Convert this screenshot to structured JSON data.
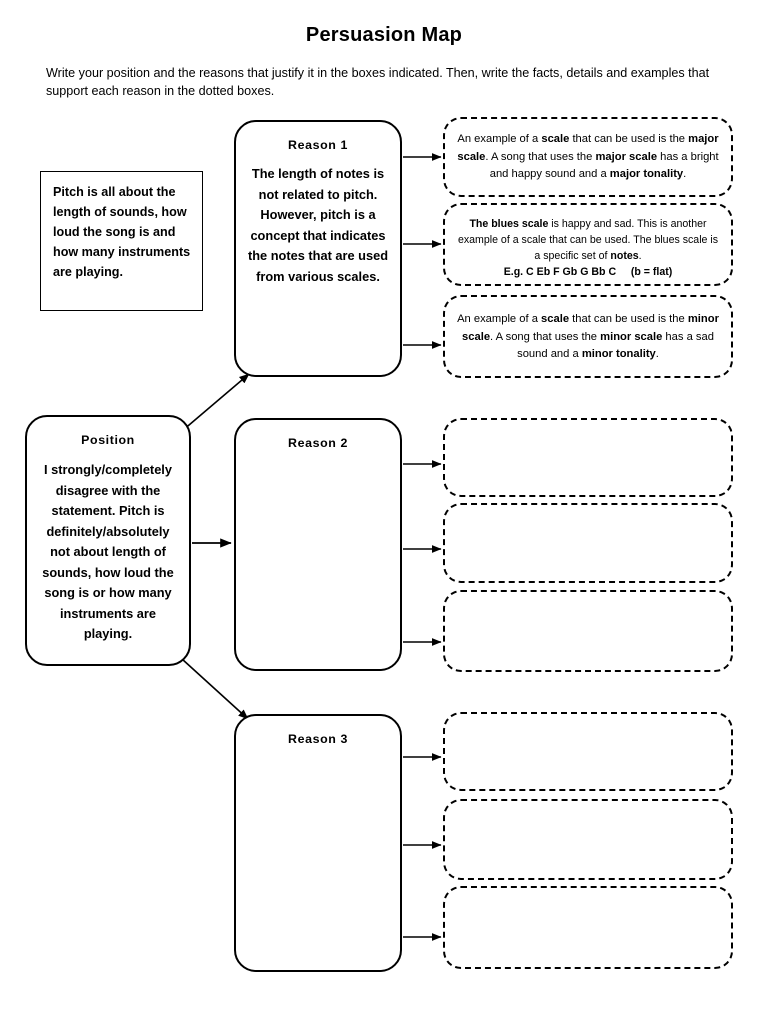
{
  "header": {
    "title": "Persuasion Map",
    "instructions": "Write your position and the reasons that justify it in the boxes indicated. Then, write the facts, details and examples that support each reason in the dotted boxes."
  },
  "statement": {
    "name": "statement-box",
    "text": "Pitch is all about the length of sounds, how loud the song is and how many instruments are playing."
  },
  "position": {
    "title": "Position",
    "text": "I strongly/completely disagree with the statement. Pitch is definitely/absolutely not about length of sounds, how loud the song is or how many instruments are playing."
  },
  "reasons": [
    {
      "title": "Reason 1",
      "text": "The length of notes is not related to pitch. However, pitch is a concept that indicates the notes that are used from various scales."
    },
    {
      "title": "Reason 2",
      "text": ""
    },
    {
      "title": "Reason 3",
      "text": ""
    }
  ],
  "evidence": {
    "row1": [
      {
        "html": "An example of a <b>scale</b> that can be used is the <b>major scale</b>. A song that uses the <b>major scale</b> has a bright and happy sound and a <b>major tonality</b>.",
        "plain": "An example of a scale that can be used is the major scale. A song that uses the major scale has a bright and happy sound and a major tonality."
      },
      {
        "html": "<b>The blues scale</b> is happy and sad. This is another example of a scale that can be used. The blues scale is a specific set of <b>notes</b>.<br><b>E.g. C Eb F Gb G Bb C&nbsp;&nbsp;&nbsp;&nbsp;&nbsp;(b = flat)</b>",
        "plain": "The blues scale is happy and sad. This is another example of a scale that can be used. The blues scale is a specific set of notes. E.g. C Eb F Gb G Bb C (b = flat)"
      },
      {
        "html": "An example of a <b>scale</b> that can be used is the <b>minor scale</b>. A song that uses the <b>minor scale</b> has a sad sound and a <b>minor tonality</b>.",
        "plain": "An example of a scale that can be used is the minor scale. A song that uses the minor scale has a sad sound and a minor tonality."
      }
    ],
    "row2": [
      {
        "html": "",
        "plain": ""
      },
      {
        "html": "",
        "plain": ""
      },
      {
        "html": "",
        "plain": ""
      }
    ],
    "row3": [
      {
        "html": "",
        "plain": ""
      },
      {
        "html": "",
        "plain": ""
      },
      {
        "html": "",
        "plain": ""
      }
    ]
  },
  "style": {
    "ink": "#000000",
    "paper": "#ffffff"
  }
}
